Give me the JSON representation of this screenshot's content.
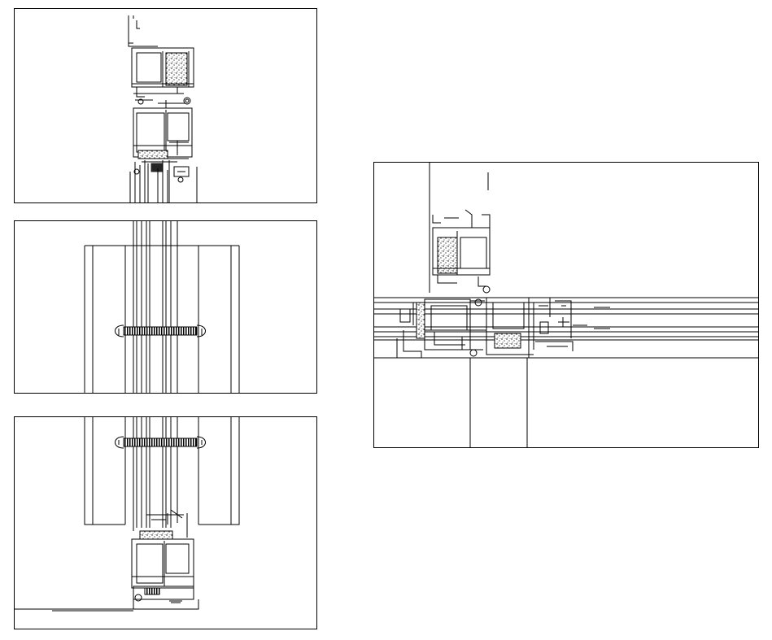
{
  "drawing": {
    "views": [
      {
        "id": "vertical-section-head"
      },
      {
        "id": "vertical-section-middle"
      },
      {
        "id": "vertical-section-sill"
      },
      {
        "id": "horizontal-section-corner"
      }
    ],
    "colors": {
      "line": "#000000",
      "paper": "#ffffff",
      "hatch": "#000000"
    }
  }
}
